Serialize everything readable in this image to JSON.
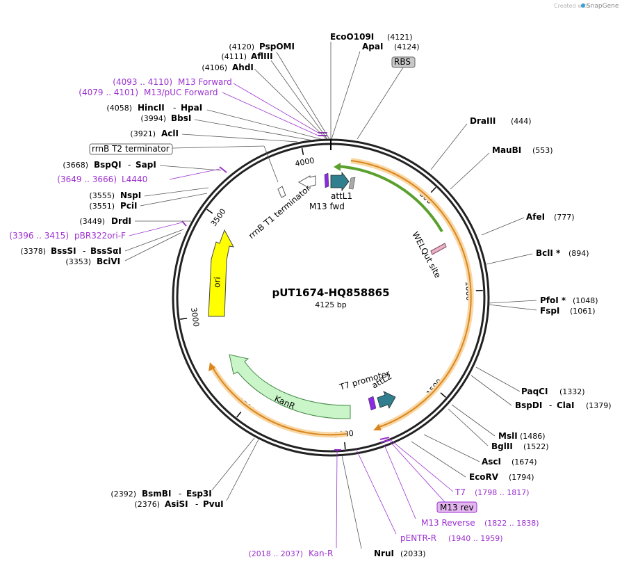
{
  "credit": {
    "created_by": "Created with",
    "brand": "SnapGene"
  },
  "plasmid": {
    "name": "pUT1674-HQ858865",
    "length_label": "4125 bp"
  },
  "ticks": [
    {
      "label": "500",
      "bp": 500
    },
    {
      "label": "1000",
      "bp": 1000
    },
    {
      "label": "1500",
      "bp": 1500
    },
    {
      "label": "2000",
      "bp": 2000
    },
    {
      "label": "2500",
      "bp": 2500
    },
    {
      "label": "3000",
      "bp": 3000
    },
    {
      "label": "3500",
      "bp": 3500
    },
    {
      "label": "4000",
      "bp": 4000
    }
  ],
  "sites": [
    {
      "name": "EcoO109I",
      "pos": "(4121)"
    },
    {
      "name": "ApaI",
      "pos": "(4124)"
    },
    {
      "name": "PspOMI",
      "pos": "(4120)"
    },
    {
      "name": "AflIII",
      "pos": "(4111)"
    },
    {
      "name": "AhdI",
      "pos": "(4106)"
    },
    {
      "name": "HincII",
      "name2": "HpaI",
      "pos": "(4058)"
    },
    {
      "name": "BbsI",
      "pos": "(3994)"
    },
    {
      "name": "AclI",
      "pos": "(3921)"
    },
    {
      "name": "BspQI",
      "name2": "SapI",
      "pos": "(3668)"
    },
    {
      "name": "NspI",
      "pos": "(3555)"
    },
    {
      "name": "PciI",
      "pos": "(3551)"
    },
    {
      "name": "DrdI",
      "pos": "(3449)"
    },
    {
      "name": "BssSI",
      "name2": "BssSαI",
      "pos": "(3378)"
    },
    {
      "name": "BciVI",
      "pos": "(3353)"
    },
    {
      "name": "DraIII",
      "pos": "(444)"
    },
    {
      "name": "MauBI",
      "pos": "(553)"
    },
    {
      "name": "AfeI",
      "pos": "(777)"
    },
    {
      "name": "BclI *",
      "pos": "(894)"
    },
    {
      "name": "PfoI *",
      "pos": "(1048)"
    },
    {
      "name": "FspI",
      "pos": "(1061)"
    },
    {
      "name": "PaqCI",
      "pos": "(1332)"
    },
    {
      "name": "BspDI",
      "name2": "ClaI",
      "pos": "(1379)"
    },
    {
      "name": "MslI",
      "pos": "(1486)"
    },
    {
      "name": "BglII",
      "pos": "(1522)"
    },
    {
      "name": "AscI",
      "pos": "(1674)"
    },
    {
      "name": "EcoRV",
      "pos": "(1794)"
    },
    {
      "name": "NruI",
      "pos": "(2033)"
    },
    {
      "name": "BsmBI",
      "name2": "Esp3I",
      "pos": "(2392)"
    },
    {
      "name": "AsiSI",
      "name2": "PvuI",
      "pos": "(2376)"
    }
  ],
  "primers": [
    {
      "name": "M13 Forward",
      "range": "(4093 .. 4110)"
    },
    {
      "name": "M13/pUC Forward",
      "range": "(4079 .. 4101)"
    },
    {
      "name": "L4440",
      "range": "(3649 .. 3666)"
    },
    {
      "name": "pBR322ori-F",
      "range": "(3396 .. 3415)"
    },
    {
      "name": "T7",
      "range": "(1798 .. 1817)"
    },
    {
      "name": "M13 rev"
    },
    {
      "name": "M13 Reverse",
      "range": "(1822 .. 1838)"
    },
    {
      "name": "pENTR-R",
      "range": "(1940 .. 1959)"
    },
    {
      "name": "Kan-R",
      "range": "(2018 .. 2037)"
    }
  ],
  "boxed_labels": {
    "rbs": "RBS",
    "rrnb_t2": "rrnB T2 terminator"
  },
  "features": {
    "attl1": "attL1",
    "m13fwd": "M13 fwd",
    "rrnb_t1": "rrnB T1 terminator",
    "welqut": "WELQut site",
    "ori": "ori",
    "kanr": "KanR",
    "t7prom": "T7 promoter",
    "attl2": "attL2"
  }
}
